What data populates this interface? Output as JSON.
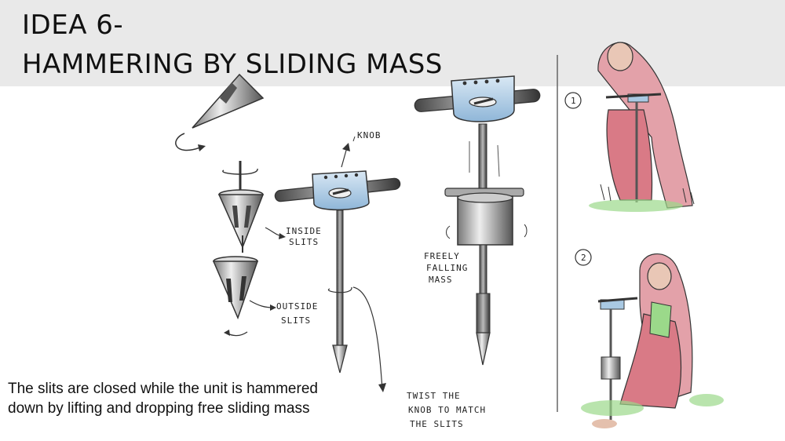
{
  "title": {
    "line1": "IDEA 6-",
    "line2": "HAMMERING BY SLIDING MASS"
  },
  "labels": {
    "knob": "KNOB",
    "inside_slits_1": "INSIDE",
    "inside_slits_2": "SLITS",
    "outside_slits_1": "OUTSIDE",
    "outside_slits_2": "SLITS",
    "freely_1": "FREELY",
    "freely_2": "FALLING",
    "freely_3": "MASS",
    "twist_1": "TWIST THE",
    "twist_2": "KNOB TO MATCH",
    "twist_3": "THE SLITS",
    "step_1": "1",
    "step_2": "2"
  },
  "caption": {
    "line1": "The slits are closed while the unit is hammered",
    "line2": "down by lifting and dropping free sliding mass"
  },
  "colors": {
    "header_band": "#e9e9e9",
    "accent_blue": "#a9c9e3",
    "sari_red": "#d97a86",
    "grass_green": "#9bd98a",
    "ink": "#222222"
  }
}
